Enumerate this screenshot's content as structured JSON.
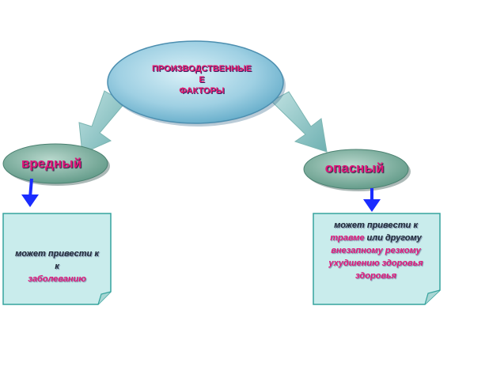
{
  "top_node": {
    "line1": "ПРОИЗВОДСТВЕННЫЕ",
    "line2": "Е",
    "line3": "ФАКТОРЫ"
  },
  "left_node": {
    "title": "вредный",
    "note_line1": "может привести к",
    "note_line2": "к",
    "note_line3": "заболеванию"
  },
  "right_node": {
    "title": "опасный",
    "note_line1": "может привести к",
    "note_line2a": "травме",
    "note_line2b": " или другому",
    "note_line3": "внезапному резкому",
    "note_line4": "ухудшению здоровья",
    "note_line5": "здоровья"
  },
  "colors": {
    "ellipse_light": "#cfe8f2",
    "ellipse_dark": "#5fb0cc",
    "small_ellipse": "#7fb1a0",
    "box_fill": "#c8ecec",
    "box_border": "#36a39d",
    "arrow_fill": "#8dc5c6",
    "blue_arrow": "#1a2cff",
    "accent": "#e2177a"
  }
}
